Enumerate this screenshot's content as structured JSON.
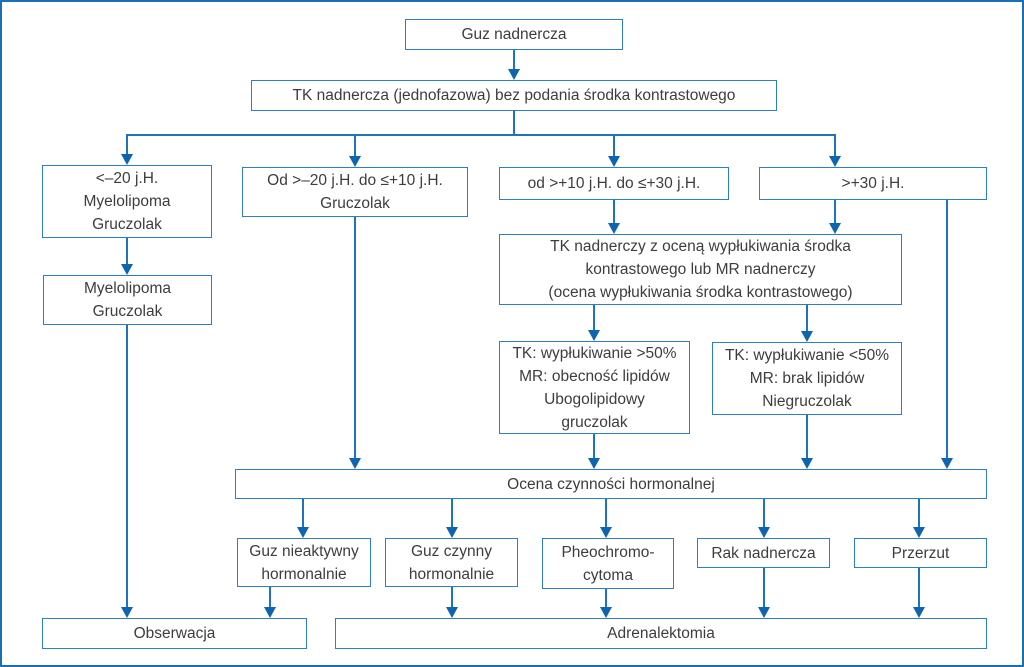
{
  "colors": {
    "frame": "#1a6fb5",
    "box_border": "#2d7ec4",
    "line": "#1f73bd",
    "arrowhead": "#0d65b0",
    "text": "#3d3d3d",
    "background": "#ffffff"
  },
  "nodes": {
    "root": {
      "label": "Guz nadnercza"
    },
    "ct": {
      "label": "TK nadnercza (jednofazowa) bez podania środka kontrastowego"
    },
    "hu_low": {
      "label": "<–20 j.H.\nMyelolipoma\nGruczolak"
    },
    "hu_mid": {
      "label": "Od >–20 j.H. do ≤+10 j.H.\nGruczolak"
    },
    "hu_high": {
      "label": "od >+10 j.H. do ≤+30 j.H."
    },
    "hu_very_high": {
      "label": ">+30 j.H."
    },
    "myelolipoma": {
      "label": "Myelolipoma\nGruczolak"
    },
    "washout_ct": {
      "label": "TK nadnerczy z oceną wypłukiwania środka\nkontrastowego lub MR nadnerczy\n(ocena wypłukiwania środka kontrastowego)"
    },
    "washout_high": {
      "label": "TK: wypłukiwanie >50%\nMR: obecność lipidów\nUbogolipidowy\ngruczolak"
    },
    "washout_low": {
      "label": "TK: wypłukiwanie <50%\nMR: brak lipidów\nNiegruczolak"
    },
    "hormonal": {
      "label": "Ocena czynności hormonalnej"
    },
    "inactive": {
      "label": "Guz nieaktywny\nhormonalnie"
    },
    "active": {
      "label": "Guz czynny\nhormonalnie"
    },
    "pheo": {
      "label": "Pheochromo-\ncytoma"
    },
    "carcinoma": {
      "label": "Rak nadnercza"
    },
    "metastasis": {
      "label": "Przerzut"
    },
    "observation": {
      "label": "Obserwacja"
    },
    "adrenalectomy": {
      "label": "Adrenalektomia"
    }
  }
}
